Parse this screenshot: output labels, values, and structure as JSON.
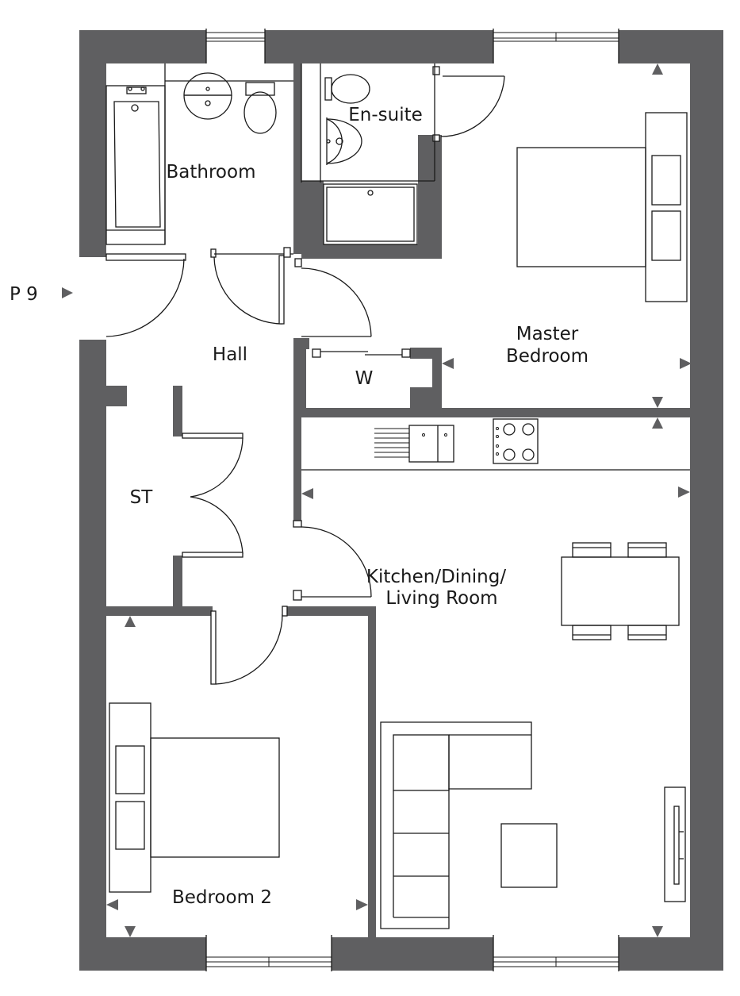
{
  "entrance": {
    "marker": "P 9"
  },
  "rooms": {
    "bathroom": "Bathroom",
    "ensuite": "En-suite",
    "master_1": "Master",
    "master_2": "Bedroom",
    "hall": "Hall",
    "wardrobe": "W",
    "store": "ST",
    "kitchen_1": "Kitchen/Dining/",
    "kitchen_2": "Living Room",
    "bedroom2": "Bedroom 2"
  },
  "icons": [
    "window-icon",
    "door-swing-icon",
    "bath-icon",
    "wc-icon",
    "basin-icon",
    "shower-tray-icon",
    "bed-icon",
    "sink-icon",
    "hob-icon",
    "dining-table-icon",
    "sofa-icon",
    "coffee-table-icon",
    "tv-unit-icon",
    "dimension-arrow-icon",
    "entrance-arrow-icon"
  ],
  "colors": {
    "wall": "#5f5f61",
    "line": "#1a1a1a",
    "background": "#ffffff"
  }
}
